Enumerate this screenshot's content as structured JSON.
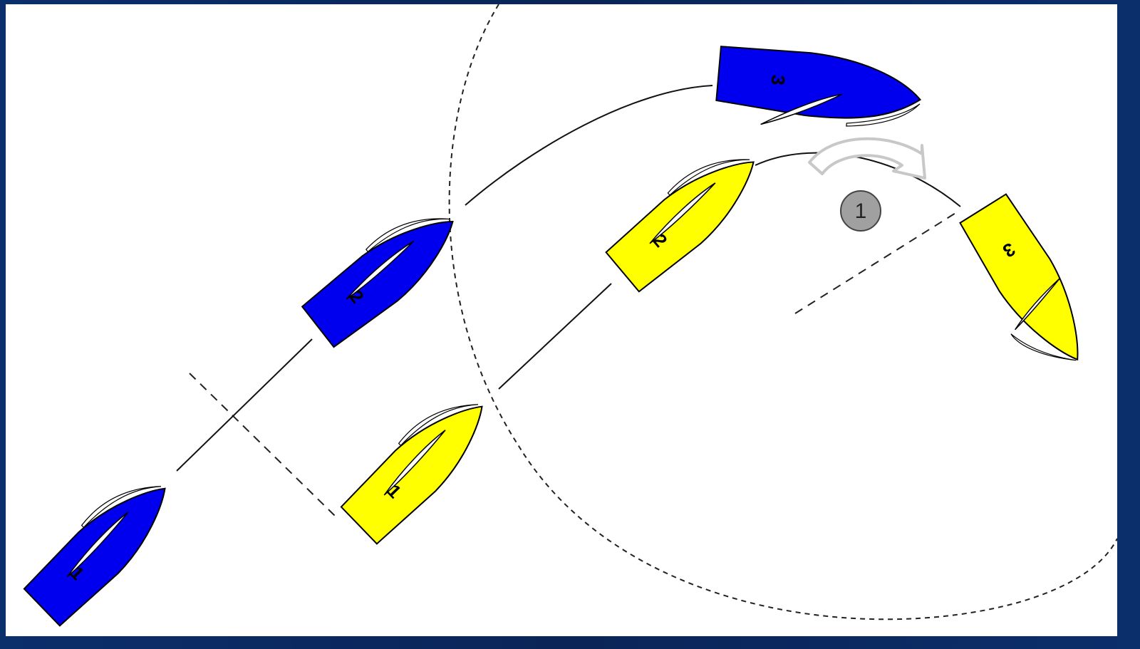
{
  "colors": {
    "frame": "#0a2a5e",
    "background": "#ffffff",
    "blue_boat": "#0000ee",
    "yellow_boat": "#ffff00",
    "marker": "#a0a0a0",
    "arrow": "#c8c8c8"
  },
  "boats": {
    "blue": [
      {
        "label": "1"
      },
      {
        "label": "2"
      },
      {
        "label": "3"
      }
    ],
    "yellow": [
      {
        "label": "1"
      },
      {
        "label": "2"
      },
      {
        "label": "3"
      }
    ]
  },
  "marker": {
    "label": "1"
  },
  "icons": {
    "turn_arrow": "curved-arrow-icon"
  }
}
